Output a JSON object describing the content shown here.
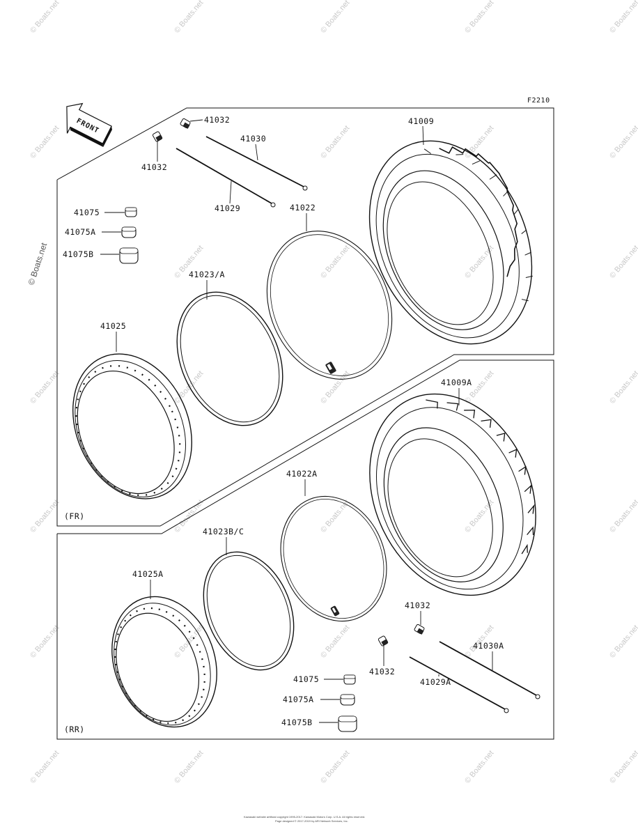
{
  "figure_code": "F2210",
  "front_arrow_label": "FRONT",
  "sections": {
    "front": "(FR)",
    "rear": "(RR)"
  },
  "parts": {
    "p41032_a": "41032",
    "p41032_b": "41032",
    "p41030": "41030",
    "p41029": "41029",
    "p41009": "41009",
    "p41022": "41022",
    "p41075": "41075",
    "p41075A": "41075A",
    "p41075B": "41075B",
    "p41023A": "41023/A",
    "p41025": "41025",
    "p41009A": "41009A",
    "p41022A": "41022A",
    "p41023BC": "41023B/C",
    "p41025A": "41025A",
    "p41032_c": "41032",
    "p41032_d": "41032",
    "p41030A": "41030A",
    "p41029A": "41029A",
    "p41075_r": "41075",
    "p41075A_r": "41075A",
    "p41075B_r": "41075B"
  },
  "watermark": "© Boats.net",
  "copyright_line1": "Kawasaki website artificial copyright 1995-2017. Kawasaki Motors Corp. U.S.A. All rights reserved.",
  "copyright_line2": "Page designed © 2017-2019 by ARI Network Services, Inc."
}
